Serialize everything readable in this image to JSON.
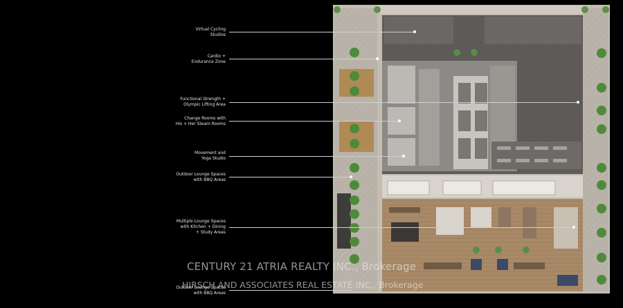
{
  "labels": [
    {
      "id": "cycling",
      "lines": [
        "Virtual Cycling",
        "Studios"
      ]
    },
    {
      "id": "cardio",
      "lines": [
        "Cardio +",
        "Endurance Zone"
      ]
    },
    {
      "id": "strength",
      "lines": [
        "Functional Strength +",
        "Olympic Lifting Area"
      ]
    },
    {
      "id": "change",
      "lines": [
        "Change Rooms with",
        "His + Her Steam Rooms"
      ]
    },
    {
      "id": "yoga",
      "lines": [
        "Movement and",
        "Yoga Studio"
      ]
    },
    {
      "id": "outdoor-bbq",
      "lines": [
        "Outdoor Lounge Spaces",
        "with BBQ Areas"
      ]
    },
    {
      "id": "lounge",
      "lines": [
        "Multiple Lounge Spaces",
        "with Kitchen + Dining",
        "+ Study Areas"
      ]
    },
    {
      "id": "outdoor-bbq-2",
      "lines": [
        "Outdoor Lounge Spaces",
        "with BBQ Areas"
      ]
    }
  ],
  "watermarks": {
    "line1": "CENTURY 21 ATRIA REALTY INC., Brokerage",
    "line2": "HIRSCH AND ASSOCIATES REAL ESTATE INC., Brokerage"
  },
  "colors": {
    "background": "#000000",
    "text": "#e8e8e8",
    "leader": "#d0d0d0",
    "gym_floor": "#5d5a57",
    "wood_deck": "#a88a68",
    "paving": "#b9b3aa",
    "tree": "#4f8a3c"
  }
}
